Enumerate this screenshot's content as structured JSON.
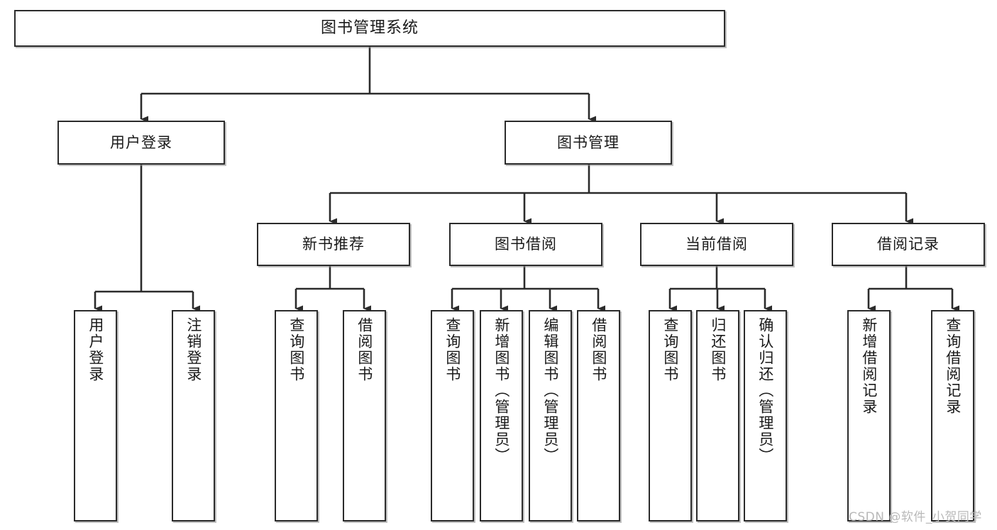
{
  "diagram": {
    "title": "图书管理系统",
    "colors": {
      "box_border": "#2b2b2b",
      "box_fill": "#ffffff",
      "edge": "#2b2b2b",
      "text": "#1a1a1a",
      "watermark": "#b9b9b9",
      "background": "#ffffff"
    },
    "levels": {
      "root": {
        "label": "图书管理系统"
      },
      "level2": [
        {
          "label": "用户登录"
        },
        {
          "label": "图书管理"
        }
      ],
      "level3": [
        {
          "label": "新书推荐"
        },
        {
          "label": "图书借阅"
        },
        {
          "label": "当前借阅"
        },
        {
          "label": "借阅记录"
        }
      ],
      "leaves": {
        "user_login": [
          {
            "label": "用户登录"
          },
          {
            "label": "注销登录"
          }
        ],
        "new_book_recommend": [
          {
            "label": "查询图书"
          },
          {
            "label": "借阅图书"
          }
        ],
        "book_borrow": [
          {
            "label": "查询图书"
          },
          {
            "label": "新增图书（管理员）"
          },
          {
            "label": "编辑图书（管理员）"
          },
          {
            "label": "借阅图书"
          }
        ],
        "current_borrow": [
          {
            "label": "查询图书"
          },
          {
            "label": "归还图书"
          },
          {
            "label": "确认归还（管理员）"
          }
        ],
        "borrow_record": [
          {
            "label": "新增借阅记录"
          },
          {
            "label": "查询借阅记录"
          }
        ]
      }
    },
    "watermark": "CSDN @软件_小贺同学"
  }
}
